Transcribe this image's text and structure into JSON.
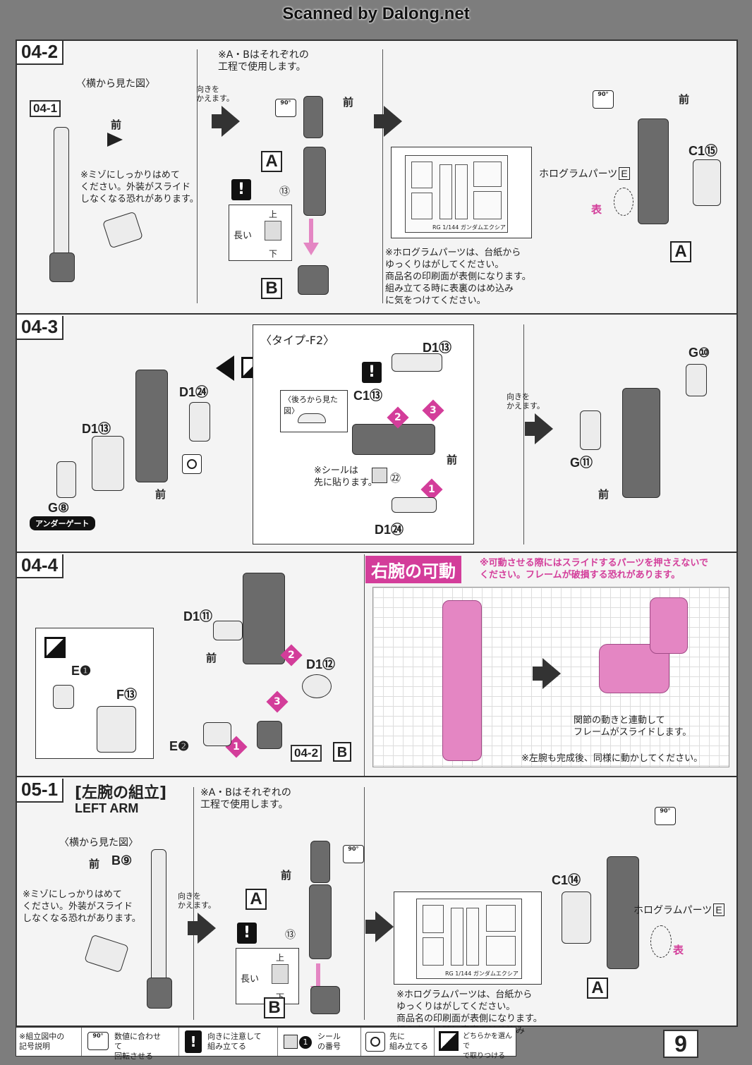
{
  "banner": "Scanned by Dalong.net",
  "s042": {
    "tag": "04-2",
    "ref_tag": "04-1",
    "side_view": "〈横から見た図〉",
    "front": "前",
    "front2": "前",
    "front3": "前",
    "groove_note": "※ミゾにしっかりはめて\nください。外装がスライド\nしなくなる恐れがあります。",
    "ab_note": "※A・Bはそれぞれの\n工程で使用します。",
    "turn": "向きを\nかえます。",
    "angle": "90°",
    "angle2": "90°",
    "letter_a": "A",
    "letter_b": "B",
    "letter_a2": "A",
    "sticker_num": "⑬",
    "long": "長い",
    "top": "上",
    "bottom": "下",
    "runner_name": "RG 1/144 ガンダムエクシア",
    "holo_note": "※ホログラムパーツは、台紙から\nゆっくりはがしてください。\n商品名の印刷面が表側になります。\n組み立てる時に表裏のはめ込み\nに気をつけてください。",
    "holo_part": "ホログラムパーツ",
    "holo_letter": "E",
    "face": "表",
    "c1": "C1⑮"
  },
  "s043": {
    "tag": "04-3",
    "d1_24": "D1㉔",
    "d1_13": "D1⑬",
    "g8": "G⑧",
    "under_gate": "アンダーゲート",
    "front": "前",
    "type_f2": "〈タイプ-F2〉",
    "d1_13b": "D1⑬",
    "c1_13": "C1⑬",
    "rear_view": "〈後ろから見た図〉",
    "sticker_first": "※シールは\n先に貼ります。",
    "sticker_22": "㉒",
    "front2": "前",
    "d1_24b": "D1㉔",
    "turn": "向きを\nかえます。",
    "g10": "G⑩",
    "g11": "G⑪",
    "front3": "前",
    "n1": "1",
    "n2": "2",
    "n3": "3"
  },
  "s044": {
    "tag": "04-4",
    "d1_11": "D1⑪",
    "front": "前",
    "d1_12": "D1⑫",
    "e1": "E❶",
    "f13": "F⑬",
    "e2": "E❷",
    "ref": "04-2",
    "ref_letter": "B",
    "n1": "1",
    "n2": "2",
    "n3": "3"
  },
  "movable": {
    "title": "右腕の可動",
    "warn": "※可動させる際にはスライドするパーツを押さえないで\nください。フレームが破損する恐れがあります。",
    "linked": "関節の動きと連動して\nフレームがスライドします。",
    "left_note": "※左腕も完成後、同様に動かしてください。"
  },
  "s051": {
    "tag": "05-1",
    "title": "[左腕の組立]",
    "title_en": "LEFT ARM",
    "side_view": "〈横から見た図〉",
    "front": "前",
    "b9": "B⑨",
    "groove_note": "※ミゾにしっかりはめて\nください。外装がスライド\nしなくなる恐れがあります。",
    "turn": "向きを\nかえます。",
    "ab_note": "※A・Bはそれぞれの\n工程で使用します。",
    "front2": "前",
    "angle": "90°",
    "angle2": "90°",
    "letter_a": "A",
    "letter_b": "B",
    "letter_a2": "A",
    "sticker_num": "⑬",
    "long": "長い",
    "top": "上",
    "bottom": "下",
    "runner_name": "RG 1/144 ガンダムエクシア",
    "holo_note": "※ホログラムパーツは、台紙から\nゆっくりはがしてください。\n商品名の印刷面が表側になります。\n組み立てる時に表裏のはめ込み\nに気をつけてください。",
    "c1": "C1⑭",
    "holo_part": "ホログラムパーツ",
    "holo_letter": "E",
    "face": "表"
  },
  "legend": {
    "title": "※組立図中の\n記号説明",
    "rotate_icon": "90°",
    "rotate": "数値に合わせて\n回転させる",
    "orient": "向きに注意して\n組み立てる",
    "sticker_icon": "1",
    "sticker": "シール\nの番号",
    "first": "先に\n組み立てる",
    "choose": "どちらかを選んで\nで取りつける"
  },
  "page_number": "9"
}
